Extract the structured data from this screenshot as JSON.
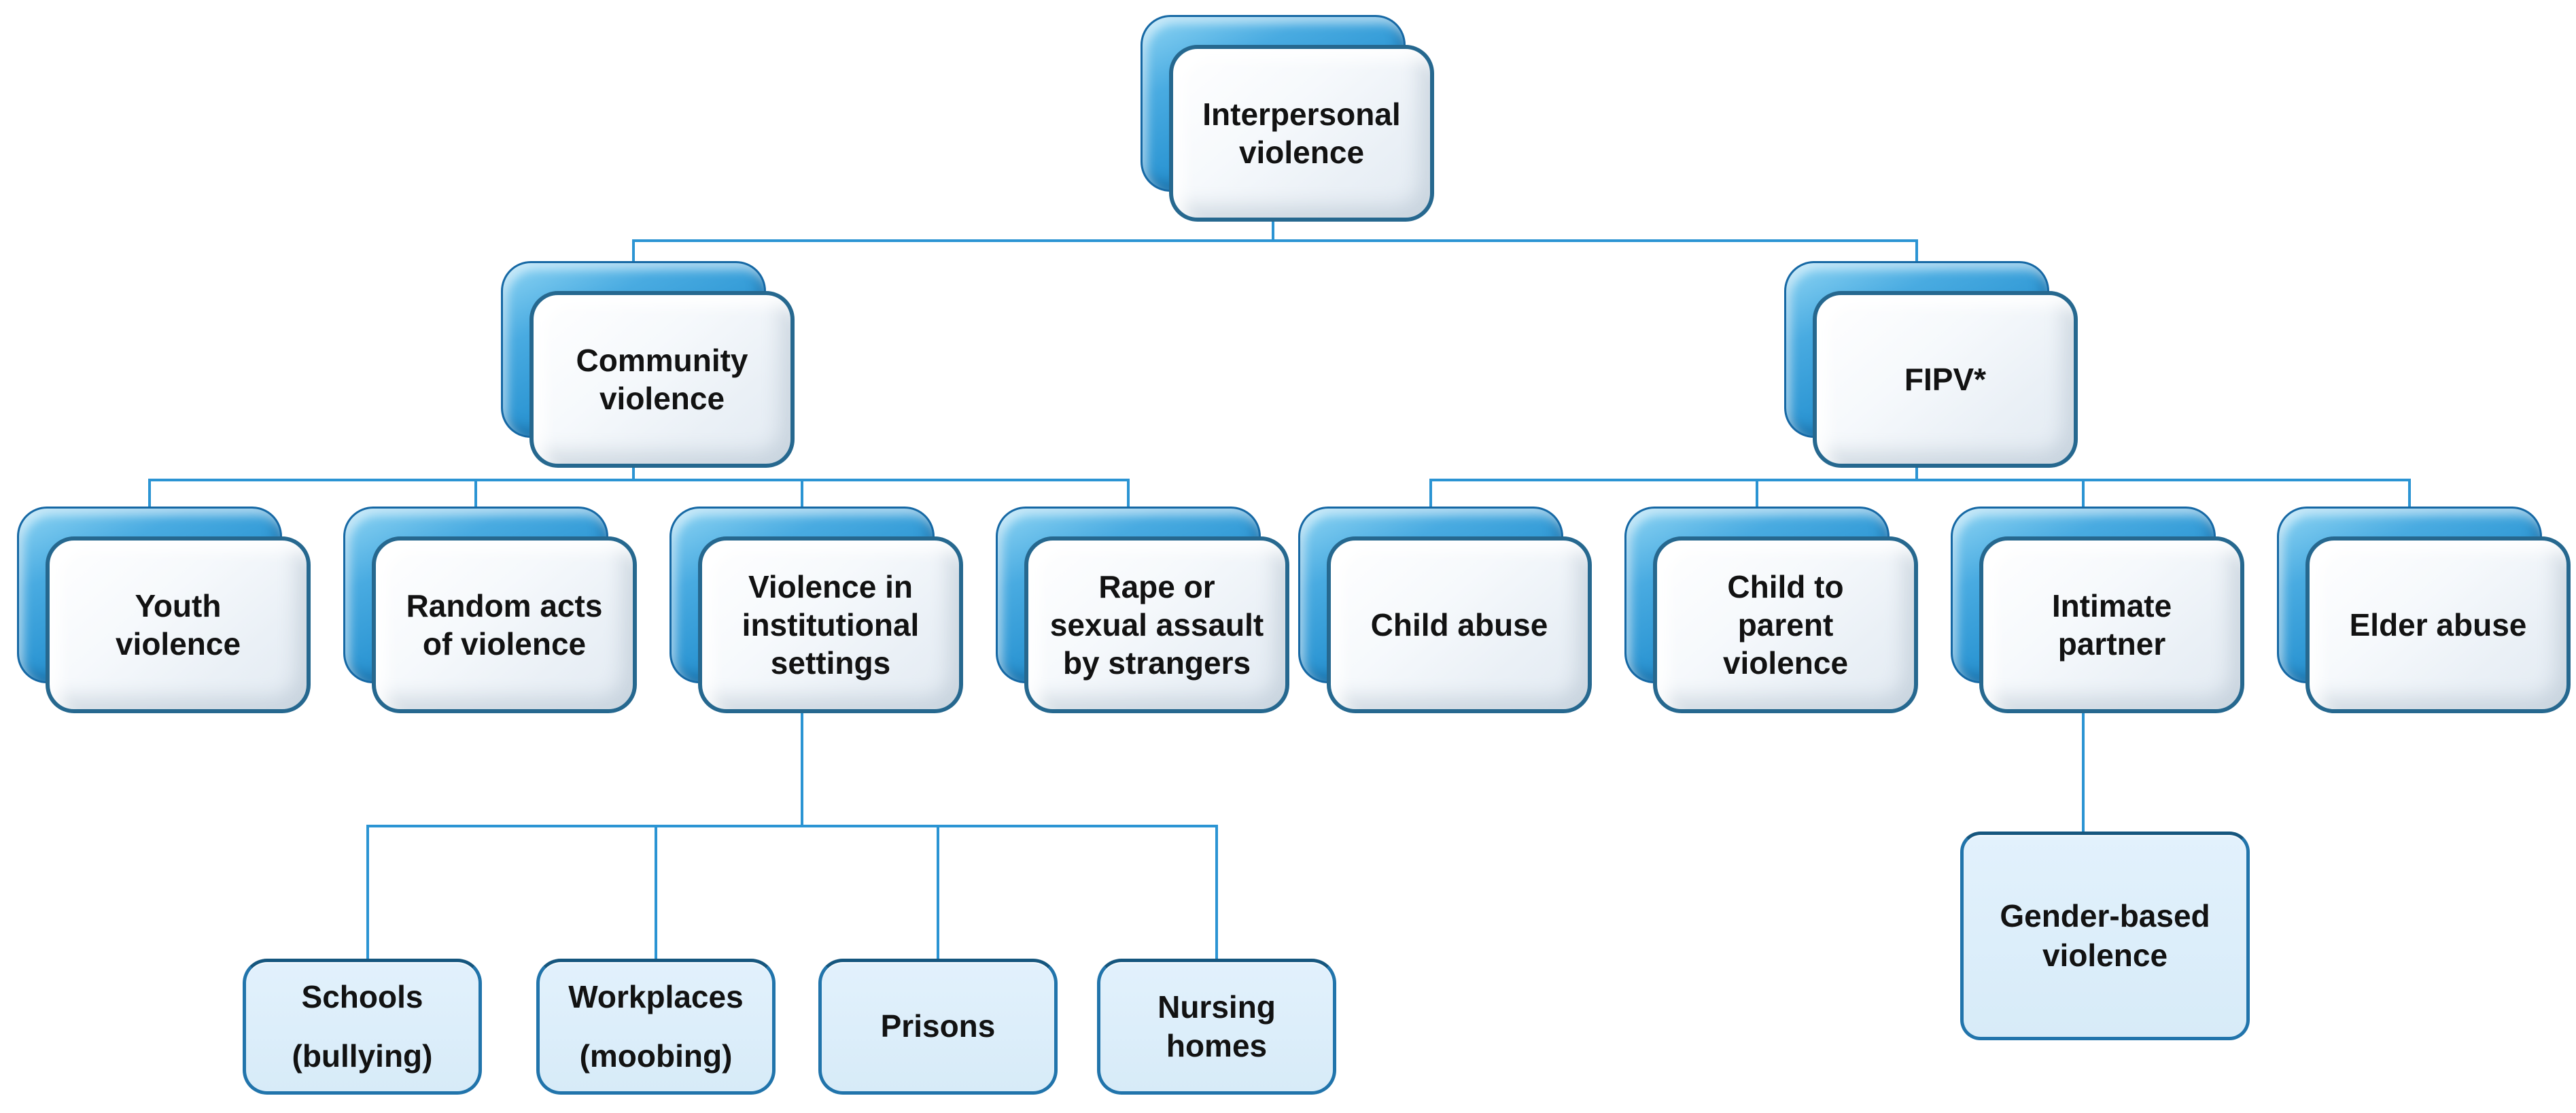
{
  "diagram": {
    "type": "hierarchy",
    "colors": {
      "connector": "#2b94d3",
      "node_back_blue": "#2e97d4",
      "node_front_border": "#26688f",
      "node_front_fill": "#eef3f8",
      "leaf_fill": "#d9ecf9",
      "leaf_border": "#2174ab",
      "text": "#121212"
    },
    "nodes": {
      "interpersonal": {
        "label": "Interpersonal\nviolence"
      },
      "community": {
        "label": "Community\nviolence"
      },
      "fipv": {
        "label": "FIPV*"
      },
      "youth": {
        "label": "Youth\nviolence"
      },
      "random_acts": {
        "label": "Random acts\nof violence"
      },
      "institutional": {
        "label": "Violence in\ninstitutional\nsettings"
      },
      "rape_strangers": {
        "label": "Rape or\nsexual assault\nby strangers"
      },
      "child_abuse": {
        "label": "Child abuse"
      },
      "child_to_parent": {
        "label": "Child to\nparent\nviolence"
      },
      "intimate_partner": {
        "label": "Intimate\npartner"
      },
      "elder_abuse": {
        "label": "Elder abuse"
      },
      "schools": {
        "label": "Schools\n(bullying)"
      },
      "workplaces": {
        "label": "Workplaces\n(moobing)"
      },
      "prisons": {
        "label": "Prisons"
      },
      "nursing_homes": {
        "label": "Nursing\nhomes"
      },
      "gender_based": {
        "label": "Gender-based\nviolence"
      }
    },
    "hierarchy": {
      "interpersonal": [
        "community",
        "fipv"
      ],
      "community": [
        "youth",
        "random_acts",
        "institutional",
        "rape_strangers"
      ],
      "fipv": [
        "child_abuse",
        "child_to_parent",
        "intimate_partner",
        "elder_abuse"
      ],
      "institutional": [
        "schools",
        "workplaces",
        "prisons",
        "nursing_homes"
      ],
      "intimate_partner": [
        "gender_based"
      ]
    }
  }
}
